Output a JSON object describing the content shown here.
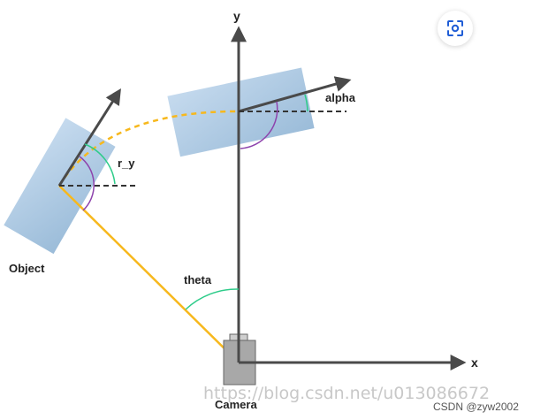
{
  "labels": {
    "y_axis": "y",
    "x_axis": "x",
    "alpha": "alpha",
    "r_y": "r_y",
    "object": "Object",
    "theta": "theta",
    "camera": "Camera"
  },
  "watermark": "https://blog.csdn.net/u013086672",
  "credit": "CSDN @zyw2002",
  "icons": {
    "scan_button": "scan-icon"
  },
  "colors": {
    "axis": "#4a4a4a",
    "yellow": "#f7b81d",
    "green_arc": "#2ecc8a",
    "purple_arc": "#8e44ad",
    "box_fill": "#a9c7e2",
    "camera_fill": "#a8a8a8"
  }
}
